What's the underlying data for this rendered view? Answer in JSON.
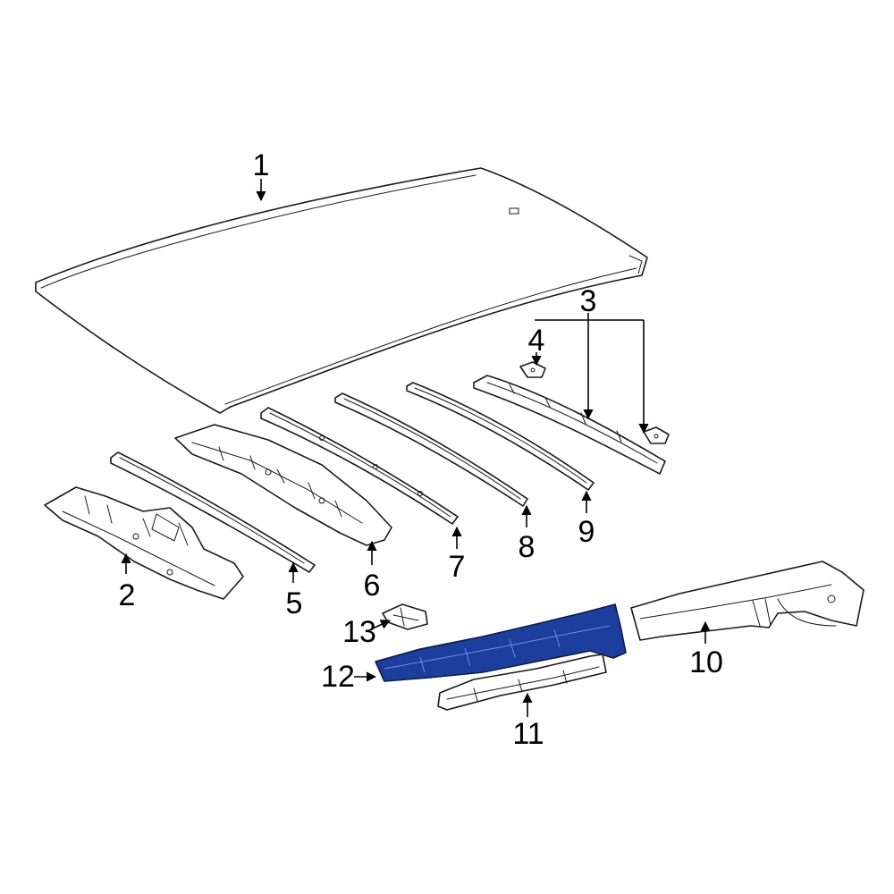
{
  "callouts": {
    "c1": "1",
    "c2": "2",
    "c3": "3",
    "c4": "4",
    "c5": "5",
    "c6": "6",
    "c7": "7",
    "c8": "8",
    "c9": "9",
    "c10": "10",
    "c11": "11",
    "c12": "12",
    "c13": "13"
  },
  "colors": {
    "highlight_part": "#1c3f9e",
    "line": "#1a1a1a",
    "background": "#ffffff"
  },
  "highlighted_callout": "12"
}
